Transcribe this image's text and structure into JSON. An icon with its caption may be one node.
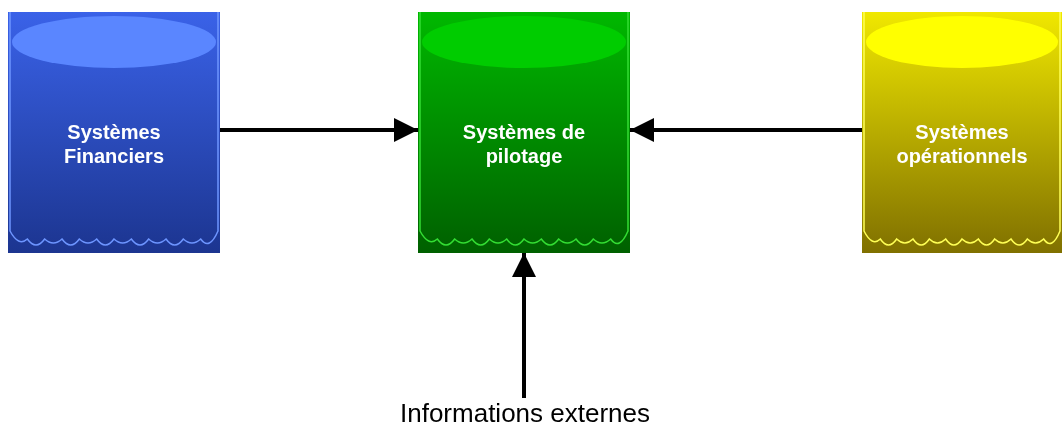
{
  "diagram": {
    "nodes": [
      {
        "text": [
          "Systèmes Financiers"
        ]
      },
      {
        "text": [
          "Systèmes de pilotage"
        ]
      },
      {
        "text": [
          "Systèmes opérationnels"
        ]
      },
      {
        "text": [
          "Informations externes"
        ]
      }
    ],
    "edges": [
      {
        "from": 0,
        "to": 1,
        "arrow": "to"
      },
      {
        "from": 2,
        "to": 1,
        "arrow": "to"
      },
      {
        "from": 3,
        "to": 1,
        "arrow": "to"
      }
    ]
  }
}
